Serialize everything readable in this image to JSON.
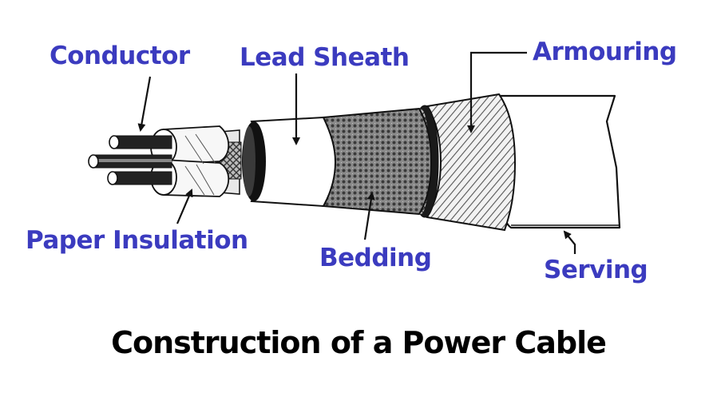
{
  "colors": {
    "label": "#3b3bbf",
    "caption": "#000000",
    "ink": "#111111"
  },
  "labels": {
    "conductor": "Conductor",
    "lead_sheath": "Lead Sheath",
    "armouring": "Armouring",
    "paper_insulation": "Paper Insulation",
    "bedding": "Bedding",
    "serving": "Serving"
  },
  "caption": "Construction of a Power Cable"
}
